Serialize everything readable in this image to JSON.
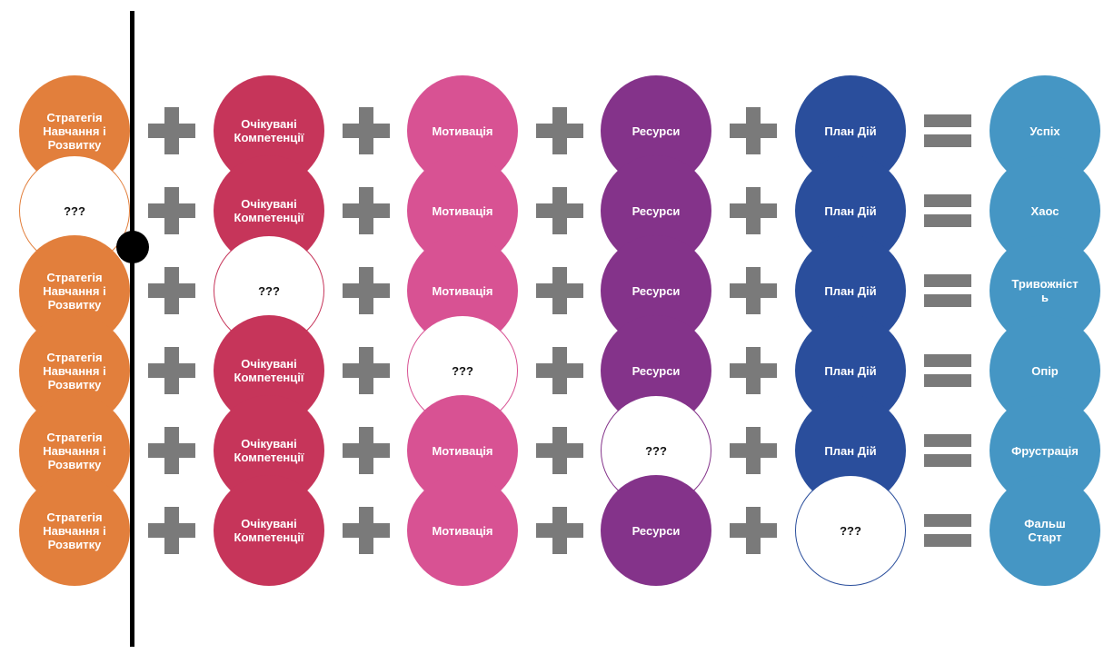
{
  "colors": {
    "strategy": "#E27F3C",
    "competencies": "#C6355A",
    "motivation": "#D85293",
    "resources": "#84338A",
    "plan": "#2A4E9C",
    "result": "#4596C4",
    "operator": "#7A7A7A",
    "timeline": "#000000"
  },
  "columns": [
    "strategy",
    "competencies",
    "motivation",
    "resources",
    "plan",
    "result"
  ],
  "unknown_label": "???",
  "rows": [
    {
      "cells": [
        "Стратегія\nНавчання і\nРозвитку",
        "Очікувані\nКомпетенції",
        "Мотивація",
        "Ресурси",
        "План Дій",
        "Успіх"
      ],
      "missing": -1
    },
    {
      "cells": [
        "???",
        "Очікувані\nКомпетенції",
        "Мотивація",
        "Ресурси",
        "План Дій",
        "Хаос"
      ],
      "missing": 0
    },
    {
      "cells": [
        "Стратегія\nНавчання і\nРозвитку",
        "???",
        "Мотивація",
        "Ресурси",
        "План Дій",
        "Тривожніст\nь"
      ],
      "missing": 1
    },
    {
      "cells": [
        "Стратегія\nНавчання і\nРозвитку",
        "Очікувані\nКомпетенції",
        "???",
        "Ресурси",
        "План Дій",
        "Опір"
      ],
      "missing": 2
    },
    {
      "cells": [
        "Стратегія\nНавчання і\nРозвитку",
        "Очікувані\nКомпетенції",
        "Мотивація",
        "???",
        "План Дій",
        "Фрустрація"
      ],
      "missing": 3
    },
    {
      "cells": [
        "Стратегія\nНавчання і\nРозвитку",
        "Очікувані\nКомпетенції",
        "Мотивація",
        "Ресурси",
        "???",
        "Фальш\nСтарт"
      ],
      "missing": 4
    }
  ]
}
